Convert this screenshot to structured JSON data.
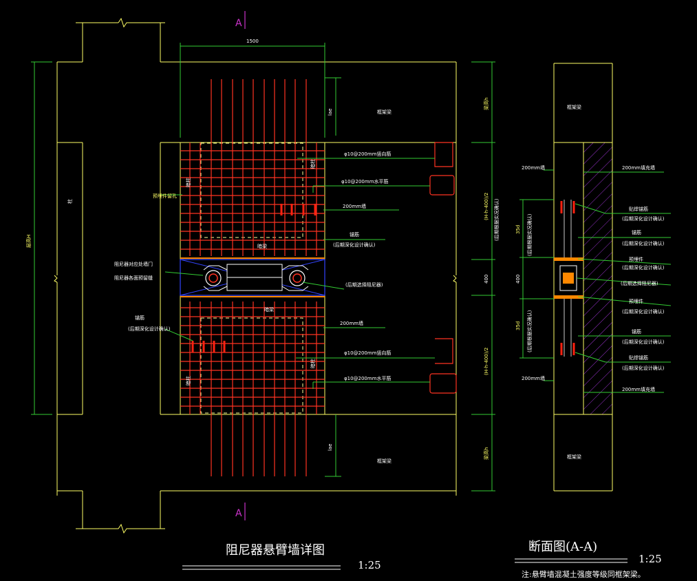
{
  "section_marks": {
    "top": "A",
    "bottom": "A"
  },
  "dims": {
    "top_width": "1500",
    "lae_top": "lae",
    "lae_bottom": "lae",
    "total_height": "层高H",
    "right_upper_height": "(H-h-400)/2",
    "right_middle_height": "400",
    "right_lower_height": "(H-h-400)/2",
    "right_top_beam": "梁高h",
    "right_bottom_beam": "梁高h",
    "sec_35d_upper": "35d",
    "sec_400": "400",
    "sec_35d_lower": "35d",
    "sec_note_upper": "(后期根据实况确认)",
    "sec_note_mid": "(后期根据实况确认)",
    "sec_note_lower": "(后期根据实况确认)"
  },
  "labels": {
    "frame_beam_top": "框架梁",
    "frame_beam_bottom": "框架梁",
    "column": "柱",
    "dark_column_ul": "暗柱",
    "dark_column_ur": "暗柱",
    "dark_column_ll": "暗柱",
    "dark_column_lr": "暗柱",
    "dark_beam_upper": "暗梁",
    "dark_beam_lower": "暗梁",
    "rebar_vertical_upper": "φ10@200mm竖向筋",
    "rebar_horizontal_upper": "φ10@200mm水平筋",
    "wall_upper": "200mm墙",
    "anchor_upper": "锚筋",
    "anchor_upper_note": "(后期深化设计确认)",
    "damper_callout": "(后期选择阻尼器)",
    "wall_lower": "200mm墙",
    "rebar_vertical_lower": "φ10@200mm竖向筋",
    "rebar_horizontal_lower": "φ10@200mm水平筋",
    "anchor_left": "锚筋",
    "anchor_left_note": "(后期深化设计确认)",
    "damper_gap_1": "阻尼器对应处墙门",
    "damper_gap_2": "阻尼器各面预留缝",
    "embedded_note": "预埋件留孔",
    "sec_wall_left_upper": "200mm墙",
    "sec_wall_right_upper": "200mm填充墙",
    "sec_wall_left_lower": "200mm墙",
    "sec_wall_right_lower": "200mm填充墙",
    "sec_frame_top": "框架梁",
    "sec_frame_bottom": "框架梁",
    "sec_anchor_1": "贴焊锚筋",
    "sec_anchor_1_note": "(后期深化设计确认)",
    "sec_anchor_2": "锚筋",
    "sec_anchor_2_note": "(后期深化设计确认)",
    "sec_embed_1": "预埋件",
    "sec_embed_1_note": "(后期深化设计确认)",
    "sec_damper": "(后期选择阻尼器)",
    "sec_embed_2": "预埋件",
    "sec_embed_2_note": "(后期深化设计确认)",
    "sec_anchor_3": "锚筋",
    "sec_anchor_3_note": "(后期深化设计确认)",
    "sec_anchor_4": "贴焊锚筋",
    "sec_anchor_4_note": "(后期深化设计确认)"
  },
  "titles": {
    "main": "阻尼器悬臂墙详图",
    "main_scale": "1:25",
    "section": "断面图(A-A)",
    "section_scale": "1:25",
    "note": "注:悬臂墙混凝土强度等级同框架梁。"
  },
  "colors": {
    "background": "#000000",
    "outline": "#ffff66",
    "dimension": "#33cc33",
    "rebar": "#ff3322",
    "dashed": "#ffff99",
    "damper_frame": "#3344ff",
    "section_mark": "#cc33cc",
    "hatch": "#9933cc",
    "plate": "#ff8800",
    "title": "#ffffff"
  }
}
